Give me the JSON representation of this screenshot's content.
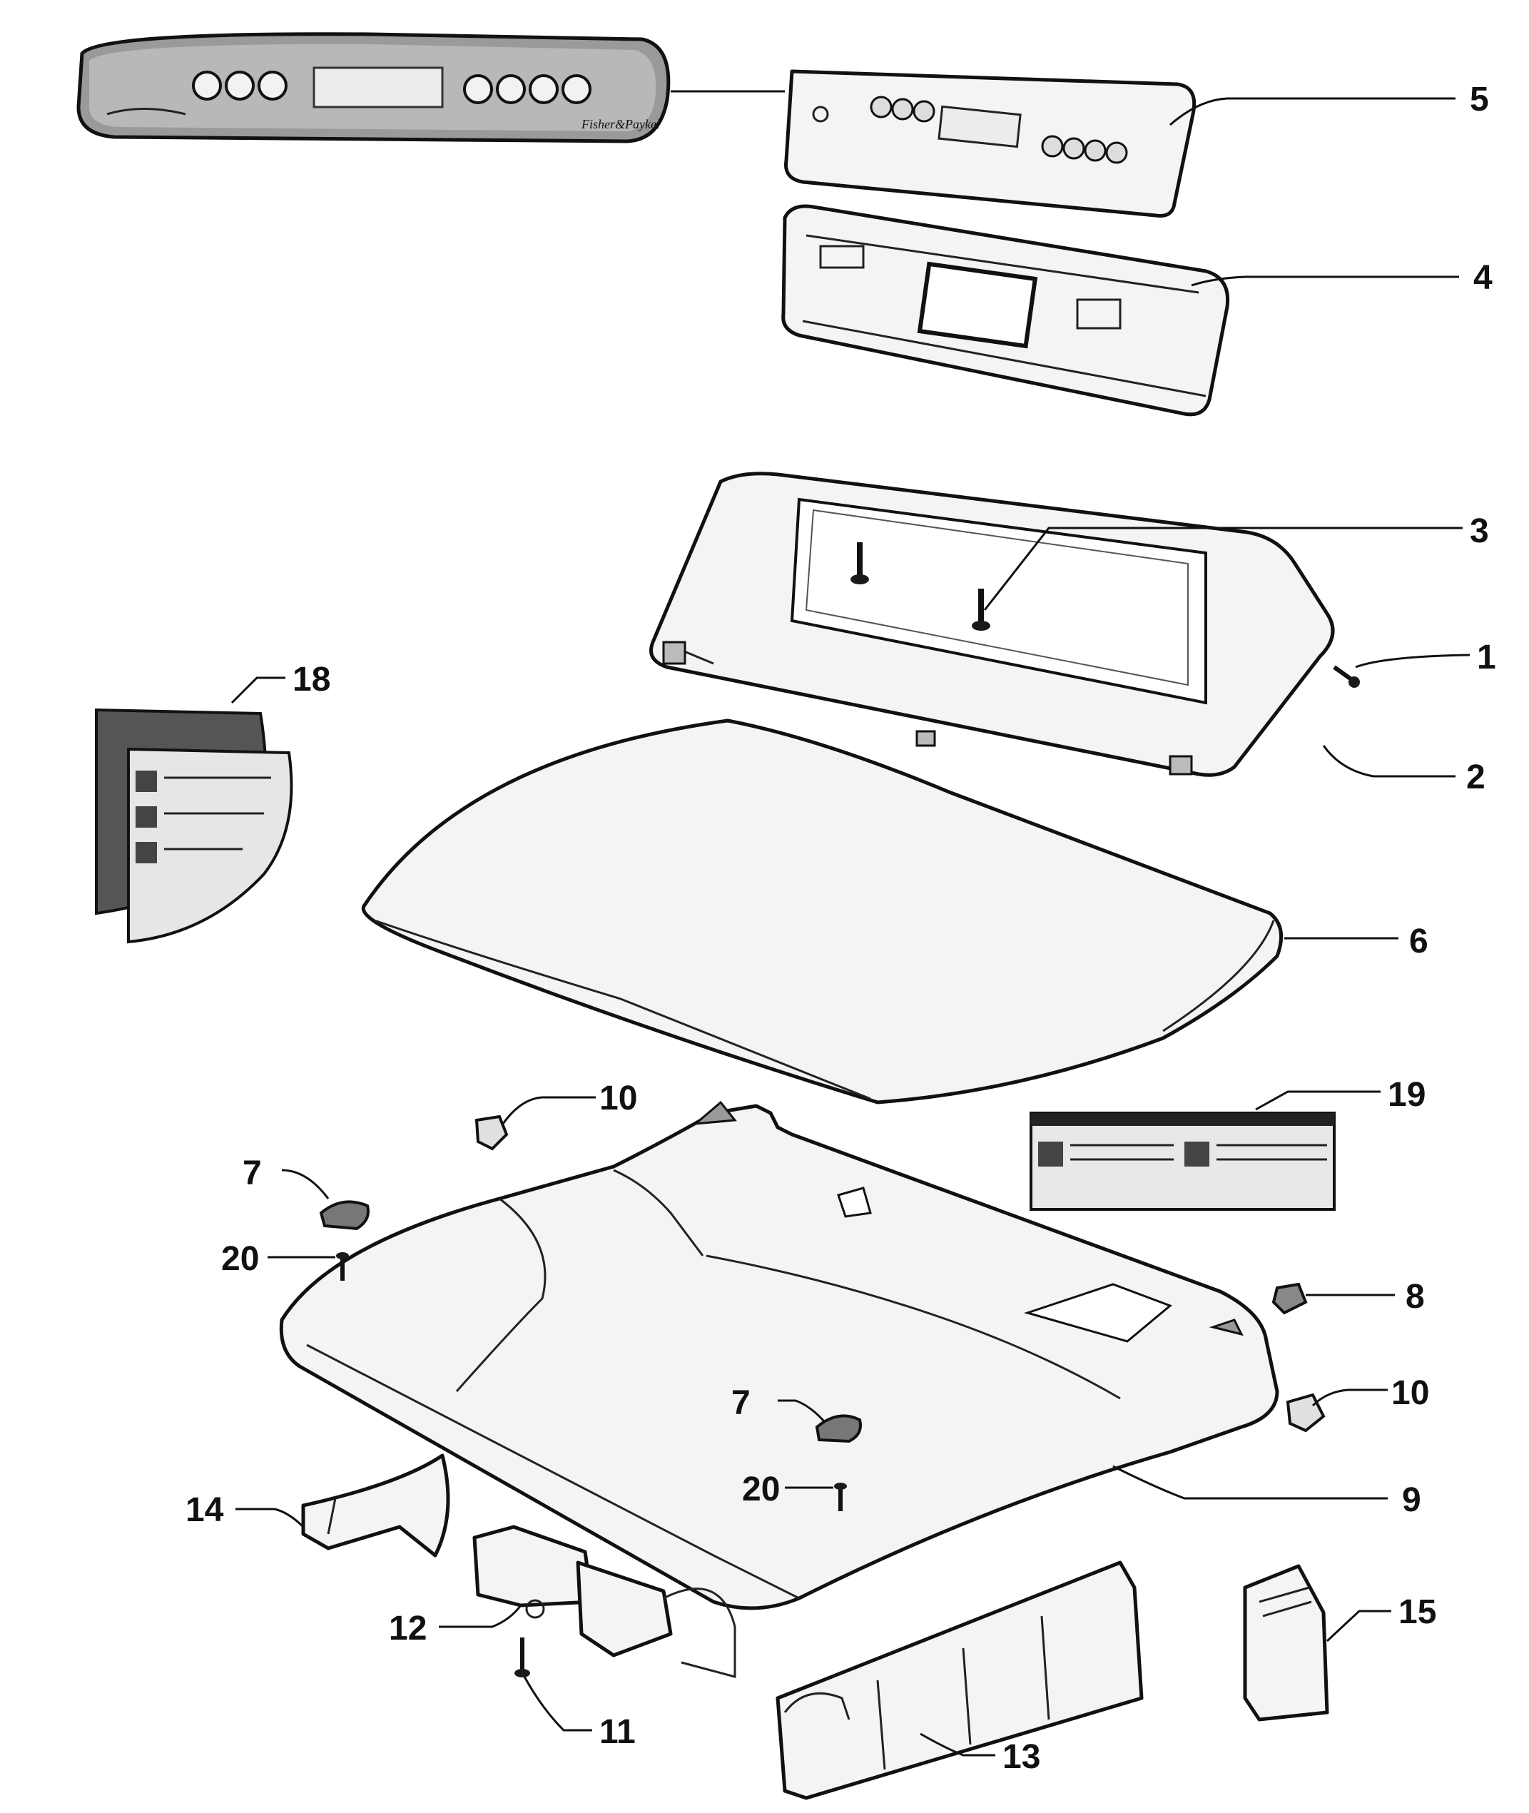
{
  "callouts": [
    {
      "id": "1",
      "text": "1"
    },
    {
      "id": "2",
      "text": "2"
    },
    {
      "id": "3",
      "text": "3"
    },
    {
      "id": "4",
      "text": "4"
    },
    {
      "id": "5",
      "text": "5"
    },
    {
      "id": "6",
      "text": "6"
    },
    {
      "id": "7a",
      "text": "7"
    },
    {
      "id": "7b",
      "text": "7"
    },
    {
      "id": "8",
      "text": "8"
    },
    {
      "id": "9",
      "text": "9"
    },
    {
      "id": "10a",
      "text": "10"
    },
    {
      "id": "10b",
      "text": "10"
    },
    {
      "id": "11",
      "text": "11"
    },
    {
      "id": "12",
      "text": "12"
    },
    {
      "id": "13",
      "text": "13"
    },
    {
      "id": "14",
      "text": "14"
    },
    {
      "id": "15",
      "text": "15"
    },
    {
      "id": "18",
      "text": "18"
    },
    {
      "id": "19",
      "text": "19"
    },
    {
      "id": "20a",
      "text": "20"
    },
    {
      "id": "20b",
      "text": "20"
    }
  ],
  "decal": {
    "brand": "Fisher&Paykel"
  }
}
